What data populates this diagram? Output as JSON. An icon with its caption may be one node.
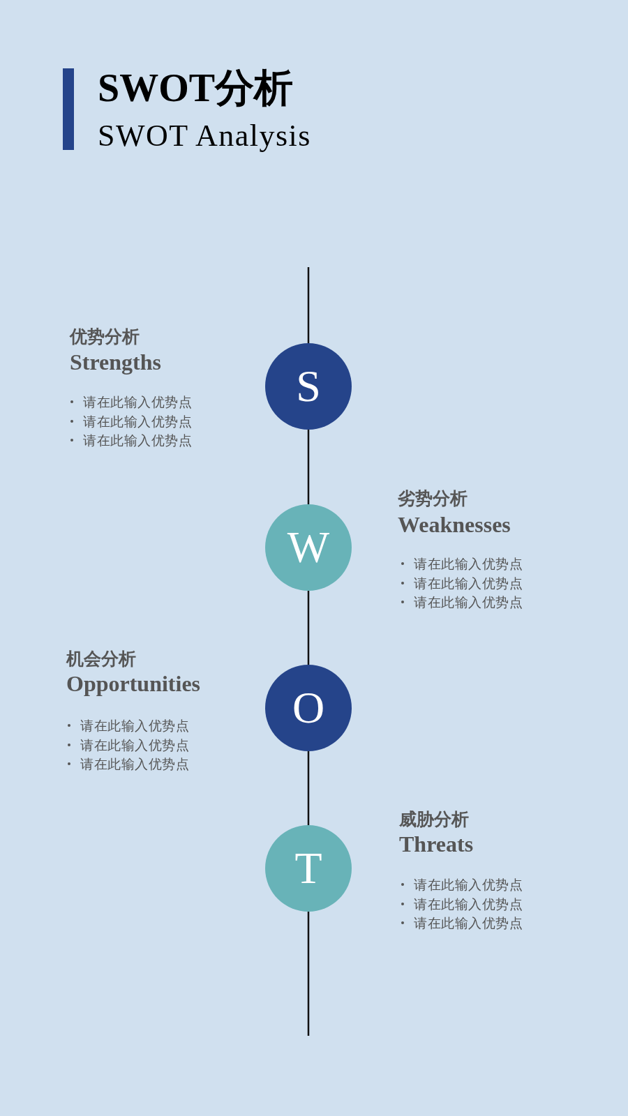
{
  "diagram": {
    "title": "SWOT分析",
    "nodes": [
      {
        "text": [
          "S"
        ],
        "beside": [
          "优势分析",
          "Strengths",
          "请在此输入优势点",
          "请在此输入优势点",
          "请在此输入优势点"
        ]
      },
      {
        "text": [
          "W"
        ],
        "beside": [
          "劣势分析",
          "Weaknesses",
          "请在此输入优势点",
          "请在此输入优势点",
          "请在此输入优势点"
        ]
      },
      {
        "text": [
          "O"
        ],
        "beside": [
          "机会分析",
          "Opportunities",
          "请在此输入优势点",
          "请在此输入优势点",
          "请在此输入优势点"
        ]
      },
      {
        "text": [
          "T"
        ],
        "beside": [
          "威胁分析",
          "Threats",
          "请在此输入优势点",
          "请在此输入优势点",
          "请在此输入优势点"
        ]
      }
    ],
    "edges": [
      {
        "from": null,
        "to": 0,
        "arrow": "none"
      },
      {
        "from": 0,
        "to": 1,
        "arrow": "none"
      },
      {
        "from": 1,
        "to": 2,
        "arrow": "none"
      },
      {
        "from": 2,
        "to": 3,
        "arrow": "none"
      },
      {
        "from": 3,
        "to": null,
        "arrow": "none"
      }
    ],
    "labels": [
      "SWOT Analysis"
    ]
  }
}
